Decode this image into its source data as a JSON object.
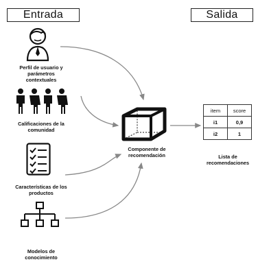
{
  "headers": {
    "input": "Entrada",
    "output": "Salida"
  },
  "inputs": [
    {
      "icon": "user-profile-icon",
      "label_lines": [
        "Perfil de usuario y",
        "parámetros",
        "contextuales"
      ]
    },
    {
      "icon": "community-icon",
      "label_lines": [
        "Calificaciones de la",
        "comunidad"
      ]
    },
    {
      "icon": "checklist-icon",
      "label_lines": [
        "Características de los",
        "productos"
      ]
    },
    {
      "icon": "hierarchy-icon",
      "label_lines": [
        "Modelos de",
        "conocimiento"
      ]
    }
  ],
  "component": {
    "icon": "cube-icon",
    "label_lines": [
      "Componente de",
      "recomendación"
    ]
  },
  "output": {
    "table": {
      "columns": [
        "item",
        "score"
      ],
      "rows": [
        [
          "i1",
          "0,9"
        ],
        [
          "i2",
          "1"
        ]
      ]
    },
    "label_lines": [
      "Lista de",
      "recomendaciones"
    ]
  }
}
